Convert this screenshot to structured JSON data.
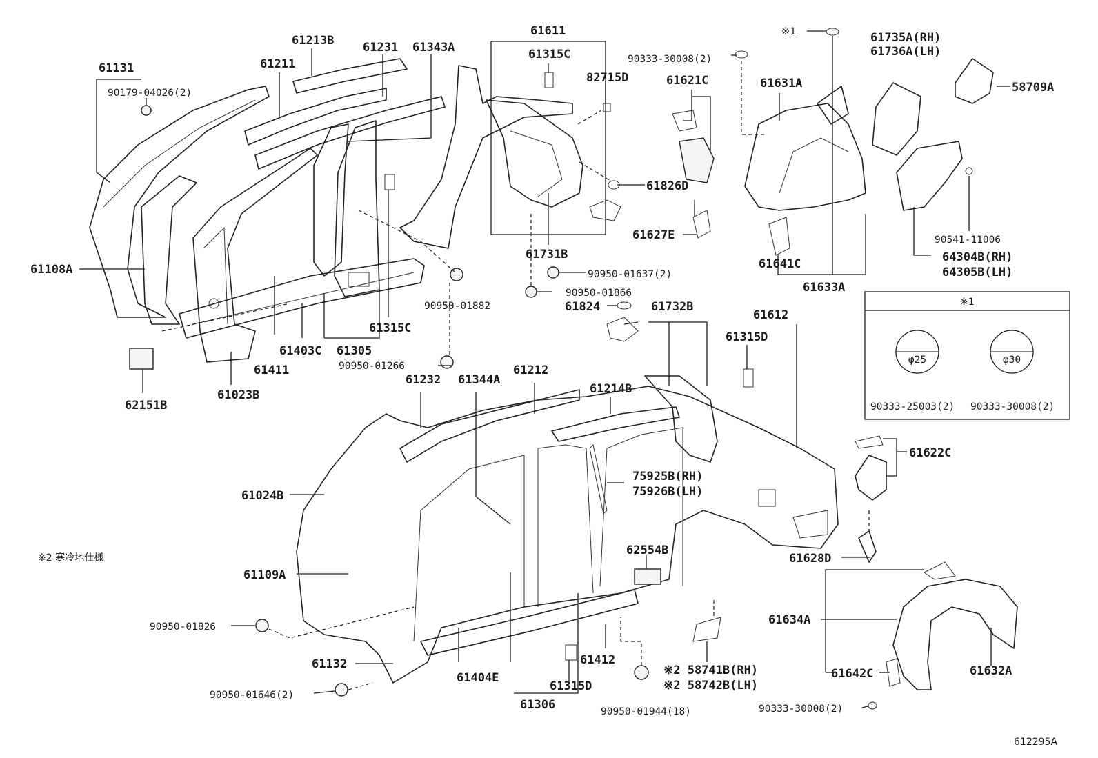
{
  "diagram": {
    "code": "612295A",
    "note": "※2 寒冷地仕様",
    "legend": {
      "title": "※1",
      "left_diameter": "φ25",
      "right_diameter": "φ30",
      "left_part": "90333-25003(2)",
      "right_part": "90333-30008(2)"
    },
    "labels": [
      {
        "id": "61131",
        "text": "61131"
      },
      {
        "id": "90179-04026",
        "text": "90179-04026(2)"
      },
      {
        "id": "61213B",
        "text": "61213B"
      },
      {
        "id": "61231",
        "text": "61231"
      },
      {
        "id": "61343A",
        "text": "61343A"
      },
      {
        "id": "61211",
        "text": "61211"
      },
      {
        "id": "61611",
        "text": "61611"
      },
      {
        "id": "61315C-top",
        "text": "61315C"
      },
      {
        "id": "82715D",
        "text": "82715D"
      },
      {
        "id": "90333-30008-top",
        "text": "90333-30008(2)"
      },
      {
        "id": "mark1-top",
        "text": "※1"
      },
      {
        "id": "61735A",
        "text": "61735A(RH)"
      },
      {
        "id": "61736A",
        "text": "61736A(LH)"
      },
      {
        "id": "58709A",
        "text": "58709A"
      },
      {
        "id": "61621C",
        "text": "61621C"
      },
      {
        "id": "61631A",
        "text": "61631A"
      },
      {
        "id": "61826D",
        "text": "61826D"
      },
      {
        "id": "61627E",
        "text": "61627E"
      },
      {
        "id": "61731B",
        "text": "61731B"
      },
      {
        "id": "90541-11006",
        "text": "90541-11006"
      },
      {
        "id": "64304B",
        "text": "64304B(RH)"
      },
      {
        "id": "64305B",
        "text": "64305B(LH)"
      },
      {
        "id": "61641C",
        "text": "61641C"
      },
      {
        "id": "61633A",
        "text": "61633A"
      },
      {
        "id": "61108A",
        "text": "61108A"
      },
      {
        "id": "90950-01637",
        "text": "90950-01637(2)"
      },
      {
        "id": "90950-01866",
        "text": "90950-01866"
      },
      {
        "id": "90950-01882",
        "text": "90950-01882"
      },
      {
        "id": "61824",
        "text": "61824"
      },
      {
        "id": "61732B",
        "text": "61732B"
      },
      {
        "id": "61612",
        "text": "61612"
      },
      {
        "id": "61315D-right",
        "text": "61315D"
      },
      {
        "id": "61315C-mid",
        "text": "61315C"
      },
      {
        "id": "61403C",
        "text": "61403C"
      },
      {
        "id": "61305",
        "text": "61305"
      },
      {
        "id": "61411",
        "text": "61411"
      },
      {
        "id": "90950-01266",
        "text": "90950-01266"
      },
      {
        "id": "61023B",
        "text": "61023B"
      },
      {
        "id": "62151B",
        "text": "62151B"
      },
      {
        "id": "61232",
        "text": "61232"
      },
      {
        "id": "61344A",
        "text": "61344A"
      },
      {
        "id": "61212",
        "text": "61212"
      },
      {
        "id": "61214B",
        "text": "61214B"
      },
      {
        "id": "61622C",
        "text": "61622C"
      },
      {
        "id": "61024B",
        "text": "61024B"
      },
      {
        "id": "75925B",
        "text": "75925B(RH)"
      },
      {
        "id": "75926B",
        "text": "75926B(LH)"
      },
      {
        "id": "62554B",
        "text": "62554B"
      },
      {
        "id": "61109A",
        "text": "61109A"
      },
      {
        "id": "61628D",
        "text": "61628D"
      },
      {
        "id": "61634A",
        "text": "61634A"
      },
      {
        "id": "90950-01826",
        "text": "90950-01826"
      },
      {
        "id": "61132",
        "text": "61132"
      },
      {
        "id": "61412",
        "text": "61412"
      },
      {
        "id": "61404E",
        "text": "61404E"
      },
      {
        "id": "61315D-bottom",
        "text": "61315D"
      },
      {
        "id": "58741B",
        "text": "※2 58741B(RH)"
      },
      {
        "id": "58742B",
        "text": "※2 58742B(LH)"
      },
      {
        "id": "61642C",
        "text": "61642C"
      },
      {
        "id": "61632A",
        "text": "61632A"
      },
      {
        "id": "90950-01646",
        "text": "90950-01646(2)"
      },
      {
        "id": "61306",
        "text": "61306"
      },
      {
        "id": "90950-01944",
        "text": "90950-01944(18)"
      },
      {
        "id": "90333-30008-bottom",
        "text": "90333-30008(2)"
      }
    ]
  }
}
